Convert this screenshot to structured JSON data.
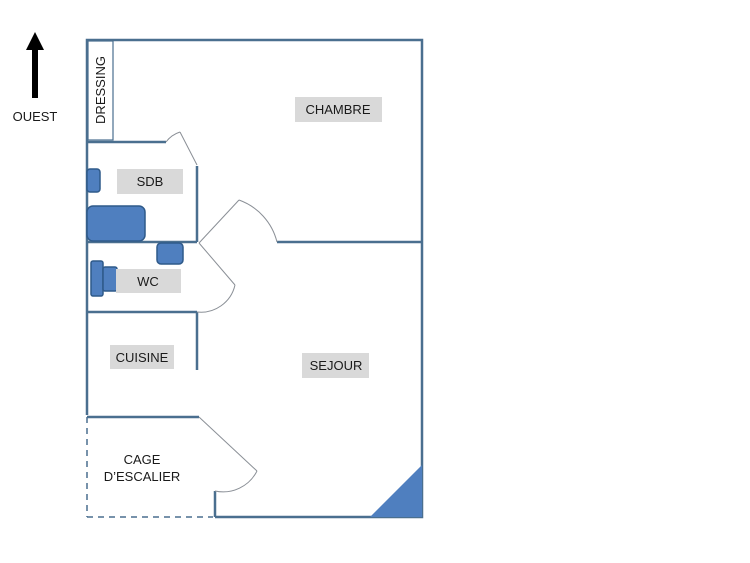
{
  "compass": {
    "label": "OUEST",
    "icon": "arrow-up-icon"
  },
  "rooms": {
    "dressing": "DRESSING",
    "chambre": "CHAMBRE",
    "sdb": "SDB",
    "wc": "WC",
    "cuisine": "CUISINE",
    "sejour": "SEJOUR",
    "cage_line1": "CAGE",
    "cage_line2": "D’ESCALIER"
  },
  "colors": {
    "wall": "#4a6f8f",
    "fixture": "#4f7fbf",
    "label_bg": "#d9d9d9"
  }
}
